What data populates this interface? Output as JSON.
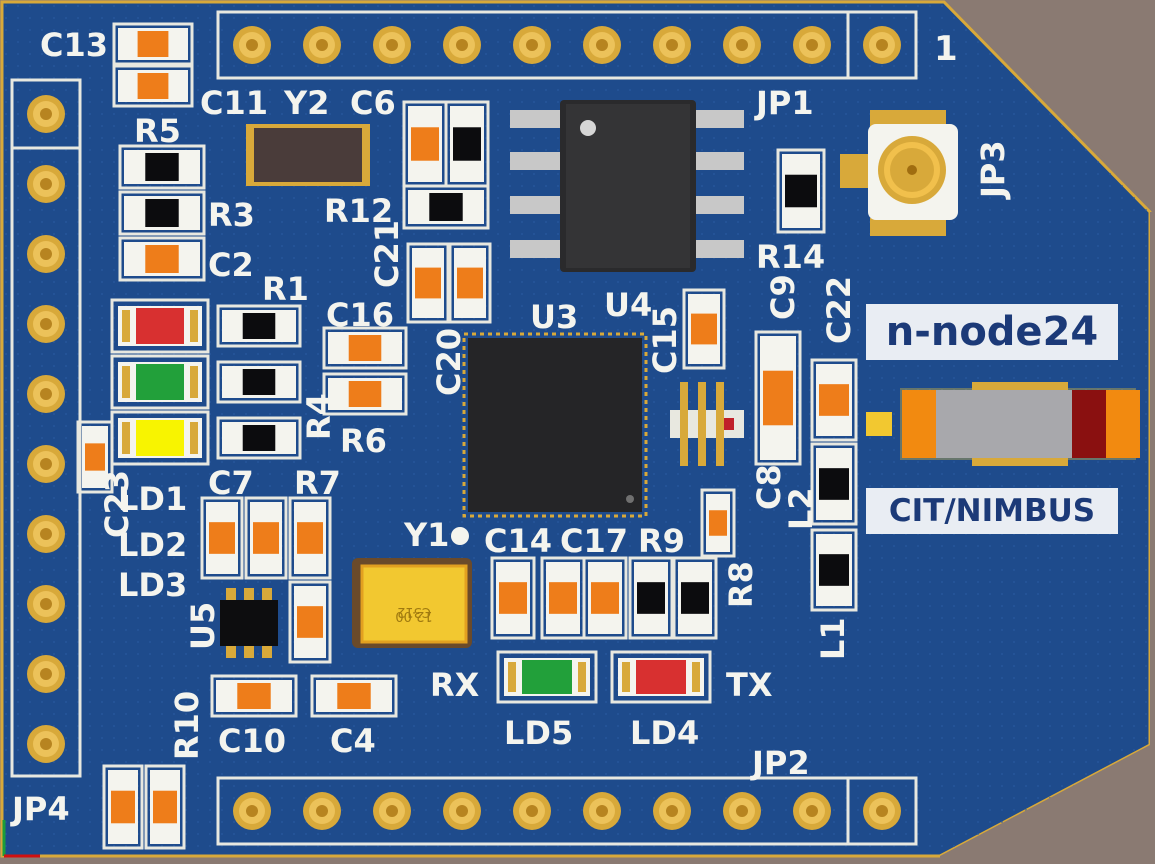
{
  "board": {
    "title": "n-node24",
    "subtitle": "CIT/NIMBUS",
    "colors": {
      "pcb": "#1e4b8c",
      "pcb_edge": "#d8a93a",
      "silk": "#f4f4ee",
      "pad": "#e3b33c",
      "background": "#8a7a72"
    }
  },
  "designators": {
    "C13": "C13",
    "C11": "C11",
    "Y2": "Y2",
    "C6": "C6",
    "R5": "R5",
    "R3": "R3",
    "C2": "C2",
    "R12": "R12",
    "R1": "R1",
    "C21": "C21",
    "C16": "C16",
    "R6": "R6",
    "R4": "R4",
    "C20": "C20",
    "U3": "U3",
    "U4": "U4",
    "C15": "C15",
    "C9": "C9",
    "C22": "C22",
    "R14": "R14",
    "JP1": "JP1",
    "JP3": "JP3",
    "JP1_pin1": "1",
    "C23": "C23",
    "LD1": "LD1",
    "LD2": "LD2",
    "LD3": "LD3",
    "C7": "C7",
    "R7": "R7",
    "Y1": "Y1",
    "C14": "C14",
    "C17": "C17",
    "R9": "R9",
    "R8": "R8",
    "C8": "C8",
    "L2": "L2",
    "L1": "L1",
    "U5": "U5",
    "RX": "RX",
    "TX": "TX",
    "LD5": "LD5",
    "LD4": "LD4",
    "R10": "R10",
    "C10": "C10",
    "C4": "C4",
    "JP2": "JP2",
    "JP4": "JP4"
  },
  "crystal": {
    "line1": "C312",
    "line2": "12.00"
  },
  "headers": {
    "JP1_pins": 10,
    "JP2_pins": 10,
    "JP4_pins": 10
  }
}
